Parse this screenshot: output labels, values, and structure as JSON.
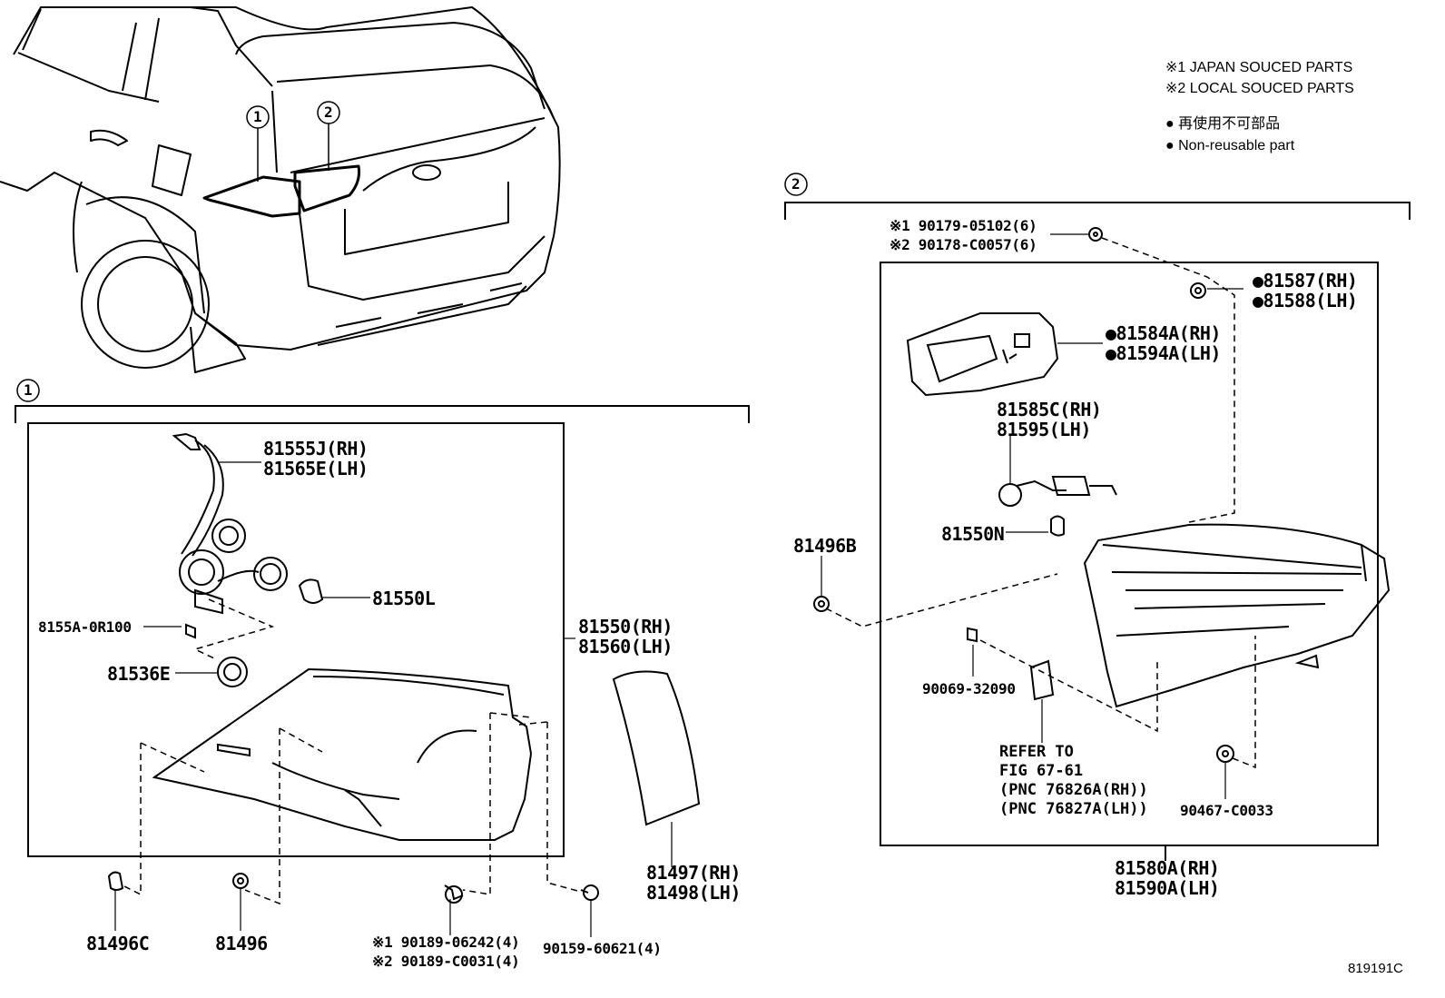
{
  "legend": {
    "japan": "※1 JAPAN SOUCED PARTS",
    "local": "※2 LOCAL SOUCED PARTS",
    "nonreusable_jp": "● 再使用不可部品",
    "nonreusable_en": "● Non-reusable part"
  },
  "callouts": {
    "one": "1",
    "two": "2"
  },
  "group1": {
    "p81555": [
      "81555J(RH)",
      "81565E(LH)"
    ],
    "p81550L": "81550L",
    "p8155A": "8155A-0R100",
    "p81536E": "81536E",
    "p81550": [
      "81550(RH)",
      "81560(LH)"
    ],
    "p81497": [
      "81497(RH)",
      "81498(LH)"
    ],
    "p81496C": "81496C",
    "p81496": "81496",
    "p90189": [
      "※1 90189-06242(4)",
      "※2 90189-C0031(4)"
    ],
    "p90159": "90159-60621(4)"
  },
  "group2": {
    "p90179": [
      "※1 90179-05102(6)",
      "※2 90178-C0057(6)"
    ],
    "p81587": [
      "●81587(RH)",
      "●81588(LH)"
    ],
    "p81584": [
      "●81584A(RH)",
      "●81594A(LH)"
    ],
    "p81585": [
      "81585C(RH)",
      "81595(LH)"
    ],
    "p81550N": "81550N",
    "p81496B": "81496B",
    "p90069": "90069-32090",
    "refer": [
      "REFER TO",
      "FIG 67-61",
      "(PNC 76826A(RH))",
      "(PNC 76827A(LH))"
    ],
    "p90467": "90467-C0033",
    "p81580": [
      "81580A(RH)",
      "81590A(LH)"
    ]
  },
  "figure_id": "819191C"
}
